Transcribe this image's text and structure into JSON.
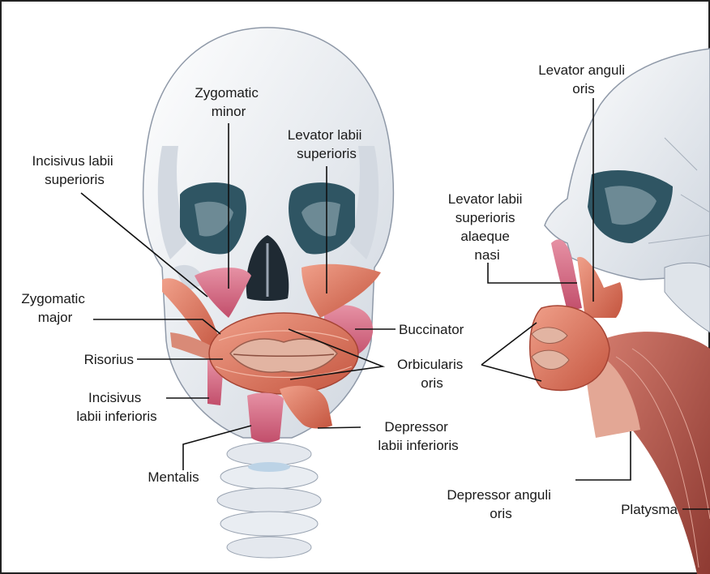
{
  "labels": {
    "zygomatic_minor": [
      "Zygomatic",
      "minor"
    ],
    "levator_labii_superioris": [
      "Levator labii",
      "superioris"
    ],
    "incisivus_labii_superioris": [
      "Incisivus labii",
      "superioris"
    ],
    "zygomatic_major": [
      "Zygomatic",
      "major"
    ],
    "risorius": [
      "Risorius"
    ],
    "incisivus_labii_inferioris": [
      "Incisivus",
      "labii inferioris"
    ],
    "mentalis": [
      "Mentalis"
    ],
    "depressor_labii_inferioris": [
      "Depressor",
      "labii inferioris"
    ],
    "buccinator": [
      "Buccinator"
    ],
    "orbicularis_oris": [
      "Orbicularis",
      "oris"
    ],
    "levator_anguli_oris": [
      "Levator anguli",
      "oris"
    ],
    "levator_labii_superioris_alaeque_nasi": [
      "Levator labii",
      "superioris",
      "alaeque",
      "nasi"
    ],
    "depressor_anguli_oris": [
      "Depressor anguli",
      "oris"
    ],
    "platysma": [
      "Platysma"
    ]
  },
  "colors": {
    "bone": "#eef1f5",
    "bone_shadow": "#c9d0da",
    "orbit": "#2f5563",
    "muscle": "#d9785f",
    "muscle_dark": "#b44a3c",
    "muscle_pink": "#cf5d7a",
    "lips": "#d9a38f",
    "leader": "#111111"
  }
}
